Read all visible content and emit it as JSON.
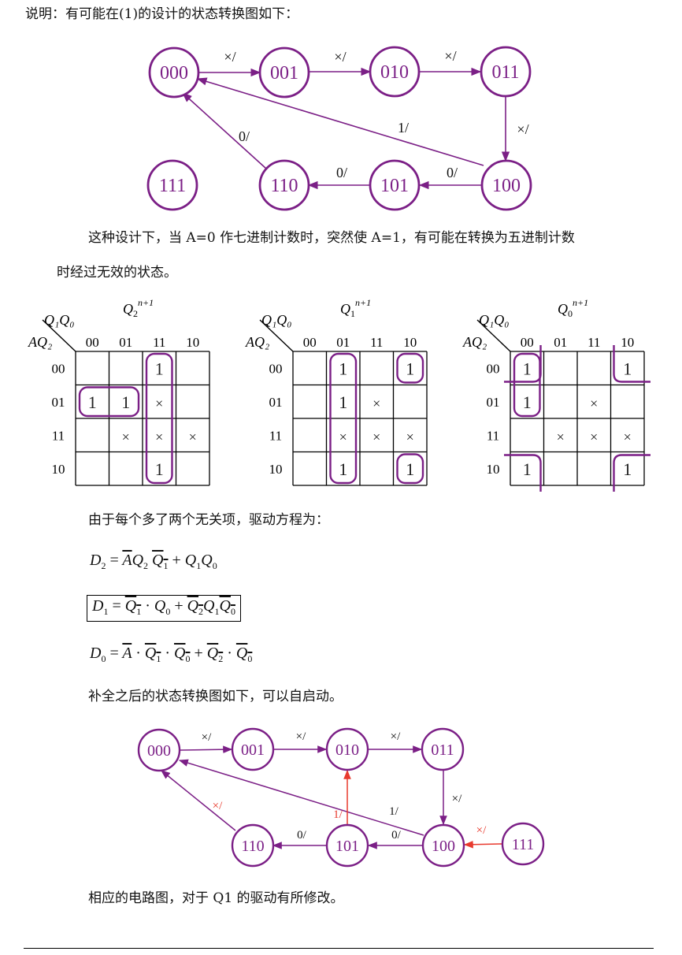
{
  "intro": "说明：有可能在(1)的设计的状态转换图如下：",
  "diagram1": {
    "states": [
      "000",
      "001",
      "010",
      "011",
      "100",
      "101",
      "110",
      "111"
    ],
    "edge_labels": {
      "e000_001": "×/",
      "e001_010": "×/",
      "e010_011": "×/",
      "e011_100": "×/",
      "e100_000": "1/",
      "e100_101": "0/",
      "e101_110": "0/",
      "e110_000": "0/"
    }
  },
  "para1_line1": "这种设计下，当 A=0 作七进制计数时，突然使 A=1，有可能在转换为五进制计数",
  "para1_line2": "时经过无效的状态。",
  "kmaps": [
    {
      "title_var": "Q2",
      "title_sup": "n+1",
      "row_var": "AQ2",
      "col_var": "Q1Q0",
      "cols": [
        "00",
        "01",
        "11",
        "10"
      ],
      "rows": [
        "00",
        "01",
        "11",
        "10"
      ],
      "cells": [
        [
          "",
          "",
          "1",
          ""
        ],
        [
          "1",
          "1",
          "×",
          ""
        ],
        [
          "",
          "×",
          "×",
          "×"
        ],
        [
          "",
          "",
          "1",
          ""
        ]
      ]
    },
    {
      "title_var": "Q1",
      "title_sup": "n+1",
      "row_var": "AQ2",
      "col_var": "Q1Q0",
      "cols": [
        "00",
        "01",
        "11",
        "10"
      ],
      "rows": [
        "00",
        "01",
        "11",
        "10"
      ],
      "cells": [
        [
          "",
          "1",
          "",
          "1"
        ],
        [
          "",
          "1",
          "×",
          ""
        ],
        [
          "",
          "×",
          "×",
          "×"
        ],
        [
          "",
          "1",
          "",
          "1"
        ]
      ]
    },
    {
      "title_var": "Q0",
      "title_sup": "n+1",
      "row_var": "AQ2",
      "col_var": "Q1Q0",
      "cols": [
        "00",
        "01",
        "11",
        "10"
      ],
      "rows": [
        "00",
        "01",
        "11",
        "10"
      ],
      "cells": [
        [
          "1",
          "",
          "",
          "1"
        ],
        [
          "1",
          "",
          "×",
          ""
        ],
        [
          "",
          "×",
          "×",
          "×"
        ],
        [
          "1",
          "",
          "",
          "1"
        ]
      ]
    }
  ],
  "para2": "由于每个多了两个无关项，驱动方程为：",
  "equations": {
    "d2": {
      "lhs": "D",
      "lhs_sub": "2",
      "eq": "=",
      "a": "A",
      "q2": "Q",
      "q2_sub": "2",
      "q1b": "Q",
      "q1b_sub": "1",
      "plus": "+",
      "q1": "Q",
      "q1_sub": "1",
      "q0": "Q",
      "q0_sub": "0"
    },
    "d1": {
      "lhs": "D",
      "lhs_sub": "1",
      "eq": "=",
      "q1b": "Q",
      "q1b_sub": "1",
      "dot": "·",
      "q0": "Q",
      "q0_sub": "0",
      "plus": "+",
      "q2b": "Q",
      "q2b_sub": "2",
      "q1": "Q",
      "q1_sub": "1",
      "q0b": "Q",
      "q0b_sub": "0"
    },
    "d0": {
      "lhs": "D",
      "lhs_sub": "0",
      "eq": "=",
      "a": "A",
      "dot": "·",
      "q1b": "Q",
      "q1b_sub": "1",
      "q0b": "Q",
      "q0b_sub": "0",
      "plus": "+",
      "q2b": "Q",
      "q2b_sub": "2",
      "q0b2": "Q",
      "q0b2_sub": "0"
    }
  },
  "para3": "补全之后的状态转换图如下，可以自启动。",
  "diagram2": {
    "states": [
      "000",
      "001",
      "010",
      "011",
      "100",
      "101",
      "110",
      "111"
    ],
    "edge_labels": {
      "e000_001": "×/",
      "e001_010": "×/",
      "e010_011": "×/",
      "e011_100": "×/",
      "e100_000": "1/",
      "e100_101": "0/",
      "e101_110": "0/",
      "e110_000": "×/",
      "e101_010": "1/",
      "e111_100": "×/"
    }
  },
  "para4": "相应的电路图，对于 Q1 的驱动有所修改。",
  "colors": {
    "state": "#7b1f86",
    "red": "#e83a2e",
    "text": "#111111"
  }
}
